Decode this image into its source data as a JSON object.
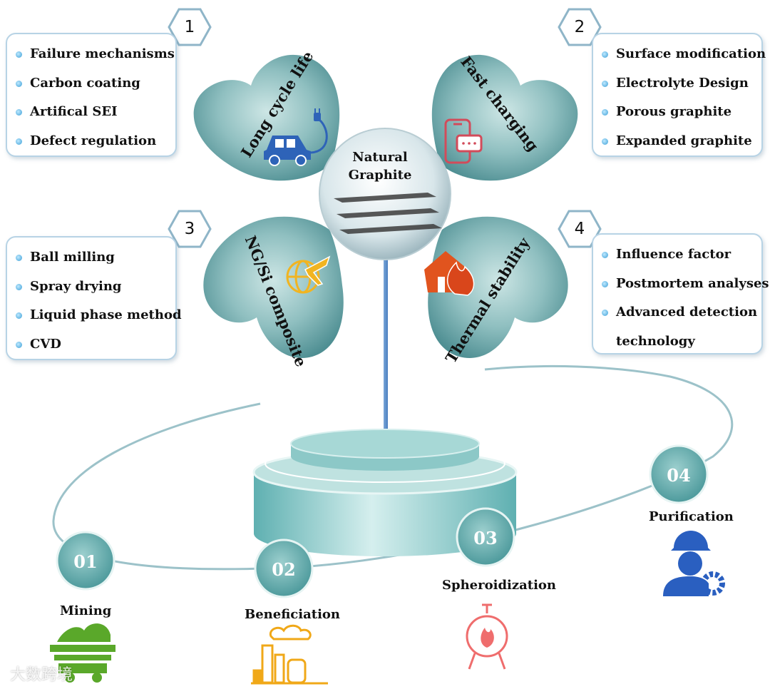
{
  "center": {
    "line1": "Natural",
    "line2": "Graphite"
  },
  "petals": [
    {
      "label": "Long cycle life",
      "icon": "electric-car-icon"
    },
    {
      "label": "Fast charging",
      "icon": "phone-chat-icon"
    },
    {
      "label": "NG/Si composite",
      "icon": "plane-globe-icon"
    },
    {
      "label": "Thermal stability",
      "icon": "house-fire-icon"
    }
  ],
  "panels": [
    {
      "number": "1",
      "items": [
        "Failure mechanisms",
        "Carbon coating",
        "Artifical SEI",
        "Defect regulation"
      ]
    },
    {
      "number": "2",
      "items": [
        "Surface modification",
        "Electrolyte Design",
        "Porous graphite",
        "Expanded graphite"
      ]
    },
    {
      "number": "3",
      "items": [
        "Ball milling",
        "Spray drying",
        "Liquid phase method",
        "CVD"
      ]
    },
    {
      "number": "4",
      "items": [
        "Influence factor",
        "Postmortem analyses",
        "Advanced detection",
        "technology"
      ]
    }
  ],
  "steps": [
    {
      "number": "01",
      "label": "Mining",
      "icon": "mine-cart-icon"
    },
    {
      "number": "02",
      "label": "Beneficiation",
      "icon": "factory-icon"
    },
    {
      "number": "03",
      "label": "Spheroidization",
      "icon": "furnace-fire-icon"
    },
    {
      "number": "04",
      "label": "Purification",
      "icon": "engineer-gear-icon"
    }
  ],
  "watermark": "大数跨境",
  "colors": {
    "petal": "#6fa9ac",
    "petal_light": "#cfe7e6",
    "step_circle": "#5aa6a8",
    "panel_border": "#b7d3e5",
    "car_icon": "#2e63b8",
    "phone_icon": "#d24b5a",
    "plane_icon": "#f1b421",
    "fire_icon": "#e1541e",
    "mine_icon": "#5aa82a",
    "factory_icon": "#f0a818",
    "furnace_icon": "#ef6d6d",
    "engineer_icon": "#2a5fc0"
  }
}
